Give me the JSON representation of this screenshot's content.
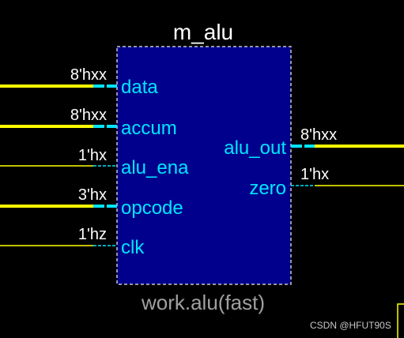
{
  "module": {
    "name": "m_alu",
    "instance_label": "work.alu(fast)"
  },
  "colors": {
    "background": "#000000",
    "block_fill": "#00008c",
    "block_border": "#c8c8c8",
    "bus_wire": "#ffff00",
    "port_stub": "#00e5ff",
    "port_text": "#00e5ff",
    "value_text": "#ffffff",
    "instance_text": "#a0a0a0"
  },
  "ports": {
    "inputs": [
      {
        "name": "data",
        "value": "8'hxx",
        "type": "bus"
      },
      {
        "name": "accum",
        "value": "8'hxx",
        "type": "bus"
      },
      {
        "name": "alu_ena",
        "value": "1'hx",
        "type": "wire"
      },
      {
        "name": "opcode",
        "value": "3'hx",
        "type": "bus"
      },
      {
        "name": "clk",
        "value": "1'hz",
        "type": "wire"
      }
    ],
    "outputs": [
      {
        "name": "alu_out",
        "value": "8'hxx",
        "type": "bus"
      },
      {
        "name": "zero",
        "value": "1'hx",
        "type": "wire"
      }
    ]
  },
  "watermark": "CSDN @HFUT90S"
}
